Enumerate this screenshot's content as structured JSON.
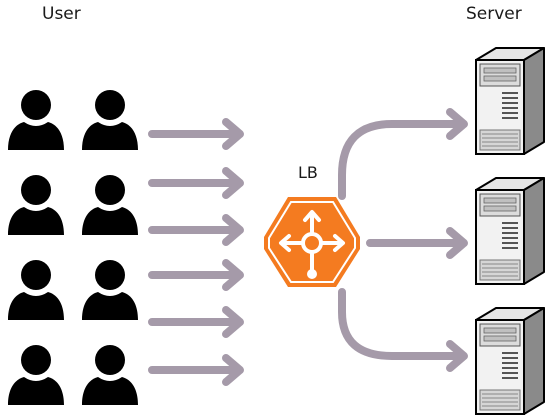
{
  "labels": {
    "user": "User",
    "server": "Server",
    "lb": "LB"
  },
  "users": {
    "count": 8
  },
  "incoming_arrows": {
    "count": 6
  },
  "servers": {
    "count": 3
  },
  "colors": {
    "person": "#000000",
    "arrow": "#a59aa9",
    "lb_fill": "#f47b20",
    "lb_stroke": "#ffffff",
    "server_light": "#f2f2f2",
    "server_mid": "#c9c9c9",
    "server_dark": "#8a8a8a",
    "server_outline": "#000000"
  },
  "icons": {
    "user": "person-icon",
    "load_balancer": "load-balancer-hexagon-icon",
    "server": "server-tower-icon"
  }
}
